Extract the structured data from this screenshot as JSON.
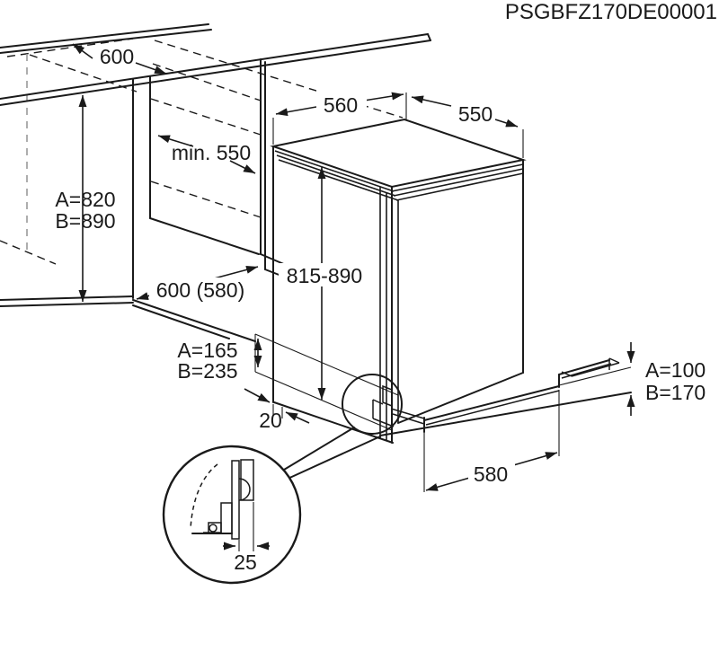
{
  "drawing": {
    "part_number": "PSGBFZ170DE00001",
    "colors": {
      "line": "#1a1a1a",
      "hidden_line": "#999999",
      "background": "#ffffff"
    },
    "dimensions": {
      "worktop_depth": "600",
      "niche_depth": "min. 550",
      "niche_height_a": "A=820",
      "niche_height_b": "B=890",
      "niche_width": "600 (580)",
      "appliance_width": "560",
      "appliance_depth": "550",
      "appliance_height": "815-890",
      "plinth_recess_height_a": "A=165",
      "plinth_recess_height_b": "B=235",
      "door_plinth_gap": "20",
      "plinth_remaining_height_a": "A=100",
      "plinth_remaining_height_b": "B=170",
      "plinth_cutout_width": "580",
      "detail_clearance": "25"
    }
  }
}
